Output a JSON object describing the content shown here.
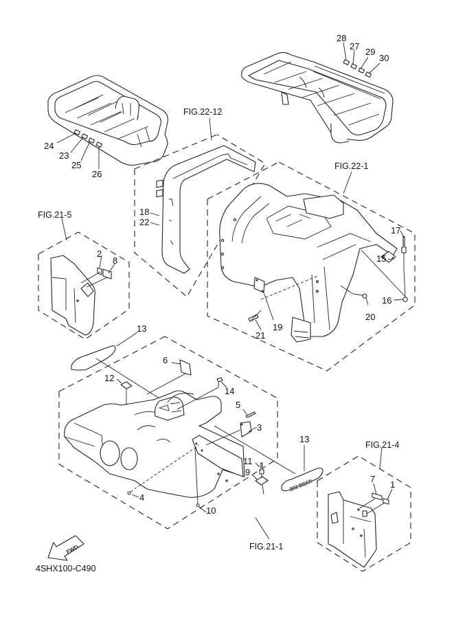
{
  "diagram": {
    "drawing_code": "4SHX100-C490",
    "fwd_arrow_text": "FWD",
    "emblem_text": "BIG BEAR",
    "figure_refs": [
      {
        "id": "fig-22-12",
        "label": "FIG.22-12"
      },
      {
        "id": "fig-22-1",
        "label": "FIG.22-1"
      },
      {
        "id": "fig-21-5",
        "label": "FIG.21-5"
      },
      {
        "id": "fig-21-4",
        "label": "FIG.21-4"
      },
      {
        "id": "fig-21-1",
        "label": "FIG.21-1"
      }
    ],
    "callouts": {
      "c1": "1",
      "c2": "2",
      "c3": "3",
      "c4": "4",
      "c5": "5",
      "c6": "6",
      "c7": "7",
      "c8": "8",
      "c9": "9",
      "c10": "10",
      "c11": "11",
      "c12": "12",
      "c13a": "13",
      "c13b": "13",
      "c14": "14",
      "c15": "15",
      "c16": "16",
      "c17": "17",
      "c18": "18",
      "c19": "19",
      "c20": "20",
      "c21": "21",
      "c22": "22",
      "c23": "23",
      "c24": "24",
      "c25": "25",
      "c26": "26",
      "c27": "27",
      "c28": "28",
      "c29": "29",
      "c30": "30"
    }
  }
}
